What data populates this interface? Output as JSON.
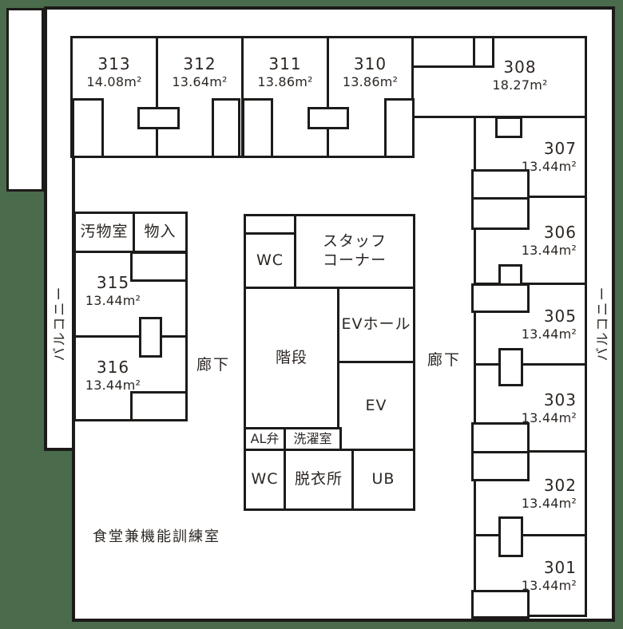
{
  "colors": {
    "background_green": "#4a6b4c",
    "wall_black": "#1d1b19",
    "floor_white": "#ffffff",
    "text": "#2b2623"
  },
  "guest_rooms": [
    {
      "number": "313",
      "area": "14.08m²"
    },
    {
      "number": "312",
      "area": "13.64m²"
    },
    {
      "number": "311",
      "area": "13.86m²"
    },
    {
      "number": "310",
      "area": "13.86m²"
    },
    {
      "number": "308",
      "area": "18.27m²"
    },
    {
      "number": "307",
      "area": "13.44m²"
    },
    {
      "number": "306",
      "area": "13.44m²"
    },
    {
      "number": "305",
      "area": "13.44m²"
    },
    {
      "number": "303",
      "area": "13.44m²"
    },
    {
      "number": "302",
      "area": "13.44m²"
    },
    {
      "number": "301",
      "area": "13.44m²"
    },
    {
      "number": "315",
      "area": "13.44m²"
    },
    {
      "number": "316",
      "area": "13.44m²"
    }
  ],
  "service_rooms": [
    {
      "name": "汚物室"
    },
    {
      "name": "物入"
    },
    {
      "name": "WC"
    },
    {
      "line1": "スタッフ",
      "line2": "コーナー"
    },
    {
      "name": "階段"
    },
    {
      "name": "EVホール"
    },
    {
      "name": "EV"
    },
    {
      "name": "AL弁"
    },
    {
      "name": "洗濯室"
    },
    {
      "name": "WC"
    },
    {
      "name": "脱衣所"
    },
    {
      "name": "UB"
    }
  ],
  "corridors": [
    {
      "label": "廊下"
    },
    {
      "label": "廊下"
    }
  ],
  "balconies": [
    {
      "label": "バルコニー"
    },
    {
      "label": "バルコニー"
    }
  ],
  "dining": {
    "label": "食堂兼機能訓練室"
  }
}
